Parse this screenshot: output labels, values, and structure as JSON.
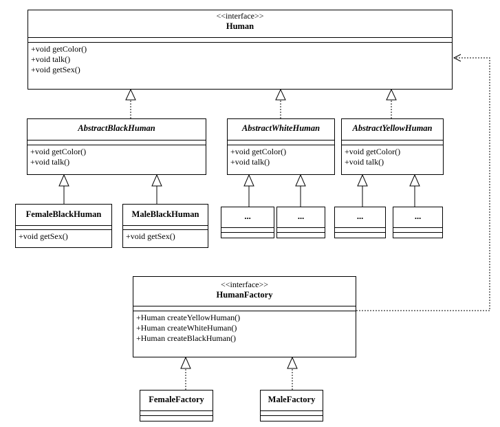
{
  "human": {
    "stereotype": "<<interface>>",
    "name": "Human",
    "methods": [
      "+void getColor()",
      "+void talk()",
      "+void getSex()"
    ]
  },
  "abstract_black": {
    "name": "AbstractBlackHuman",
    "methods": [
      "+void getColor()",
      "+void talk()"
    ]
  },
  "abstract_white": {
    "name": "AbstractWhiteHuman",
    "methods": [
      "+void getColor()",
      "+void talk()"
    ]
  },
  "abstract_yellow": {
    "name": "AbstractYellowHuman",
    "methods": [
      "+void getColor()",
      "+void talk()"
    ]
  },
  "female_black": {
    "name": "FemaleBlackHuman",
    "methods": [
      "+void getSex()"
    ]
  },
  "male_black": {
    "name": "MaleBlackHuman",
    "methods": [
      "+void getSex()"
    ]
  },
  "white_sub_1": {
    "name": "..."
  },
  "white_sub_2": {
    "name": "..."
  },
  "yellow_sub_1": {
    "name": "..."
  },
  "yellow_sub_2": {
    "name": "..."
  },
  "human_factory": {
    "stereotype": "<<interface>>",
    "name": "HumanFactory",
    "methods": [
      "+Human createYellowHuman()",
      "+Human createWhiteHuman()",
      "+Human createBlackHuman()"
    ]
  },
  "female_factory": {
    "name": "FemaleFactory"
  },
  "male_factory": {
    "name": "MaleFactory"
  }
}
